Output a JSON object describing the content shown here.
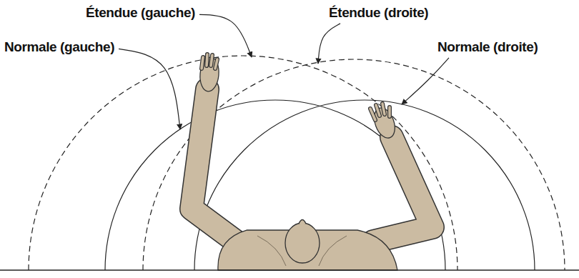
{
  "diagram": {
    "labels": [
      "Étendue (gauche)",
      "Étendue (droite)",
      "Normale (gauche)",
      "Normale (droite)"
    ]
  }
}
